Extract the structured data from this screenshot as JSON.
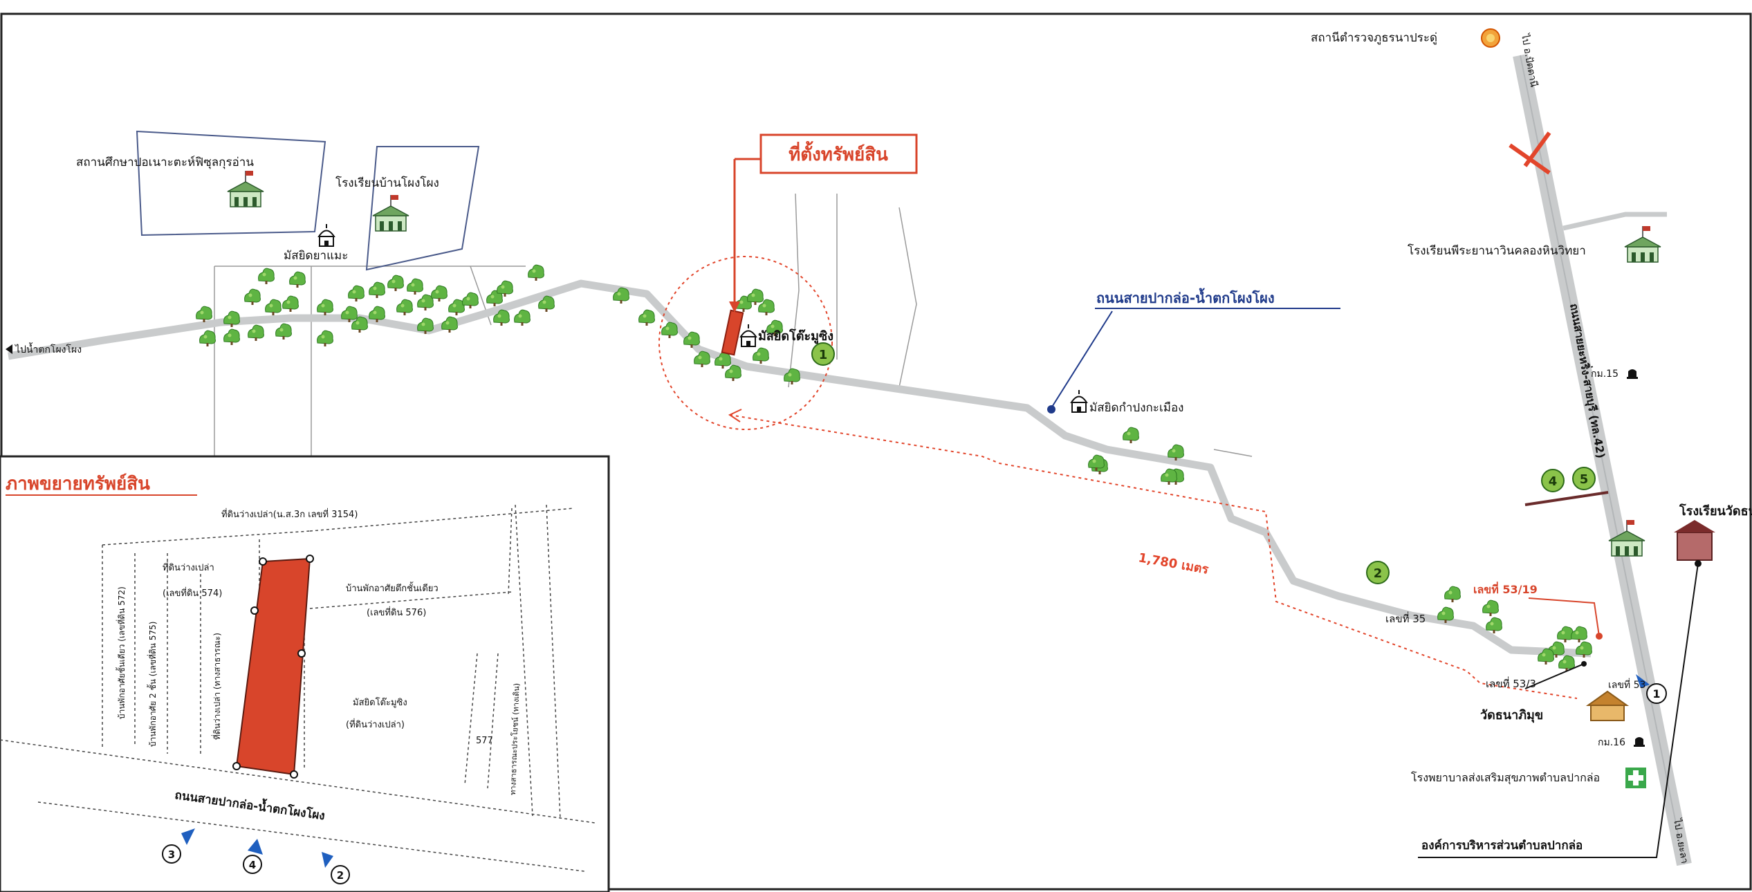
{
  "map": {
    "property_marker_label": "ที่ตั้งทรัพย์สิน",
    "main_road_label": "ถนนสายปากล่อ-น้ำตกโผงโผง",
    "distance_label": "1,780 เมตร",
    "left_road_direction": "ไปน้ำตกโผงโผง",
    "highway_label": "ถนนสายยะหริ่ง-สายบุรี (ทล.42)",
    "highway_north_direction": "ไป อ.ปัตตานี",
    "highway_south_direction": "ไป อ.ยะลา",
    "places": {
      "school_tech": "สถานศึกษาปอเนาะตะห์ฟิซุลกุรอ่าน",
      "school_ban": "โรงเรียนบ้านโผงโผง",
      "mosque_yamae": "มัสยิดยาแมะ",
      "mosque_tue": "มัสยิดโต๊ะมูซิง",
      "mosque_kampong": "มัสยิดกำปงกะเมือง",
      "police": "สถานีตำรวจภูธรนาประดู่",
      "school_pra": "โรงเรียนพีระยานาวินคลองหินวิทยา",
      "school_wat": "โรงเรียนวัดธนาภิ",
      "temple": "วัดธนาภิมุข",
      "hospital": "โรงพยาบาลส่งเสริมสุขภาพตำบลปากล่อ",
      "sao": "องค์การบริหารส่วนตำบลปากล่อ"
    },
    "address_labels": {
      "no_35": "เลขที่ 35",
      "no_53_19": "เลขที่ 53/19",
      "no_53_3": "เลขที่ 53/3",
      "no_53": "เลขที่ 53"
    },
    "km_labels": {
      "km15": "กม.15",
      "km16": "กม.16"
    },
    "photo_points": [
      "1",
      "2",
      "4",
      "5"
    ]
  },
  "inset": {
    "title": "ภาพขยายทรัพย์สิน",
    "road_label": "ถนนสายปากล่อ-น้ำตกโผงโผง",
    "parcels": {
      "top": "ที่ดินว่างเปล่า(น.ส.3ก เลขที่ 3154)",
      "vacant_574_line1": "ที่ดินว่างเปล่า",
      "vacant_574_line2": "(เลขที่ดิน 574)",
      "house_576_line1": "บ้านพักอาศัยตึกชั้นเดียว",
      "house_576_line2": "(เลขที่ดิน 576)",
      "mosque_line1": "มัสยิดโต๊ะมูซิง",
      "mosque_line2": "(ที่ดินว่างเปล่า)",
      "no_577": "577",
      "left_572": "บ้านพักอาศัยชั้นเดียว (เลขที่ดิน 572)",
      "left_575": "บ้านพักอาศัย 2 ชั้น (เลขที่ดิน 575)",
      "left_road": "ที่ดินว่างเปล่า (ทางสาธารณะ)",
      "right_road": "ทางสาธารณะประโยชน์ (ทางเดิน)"
    },
    "view_points": [
      "3",
      "4",
      "2"
    ]
  }
}
